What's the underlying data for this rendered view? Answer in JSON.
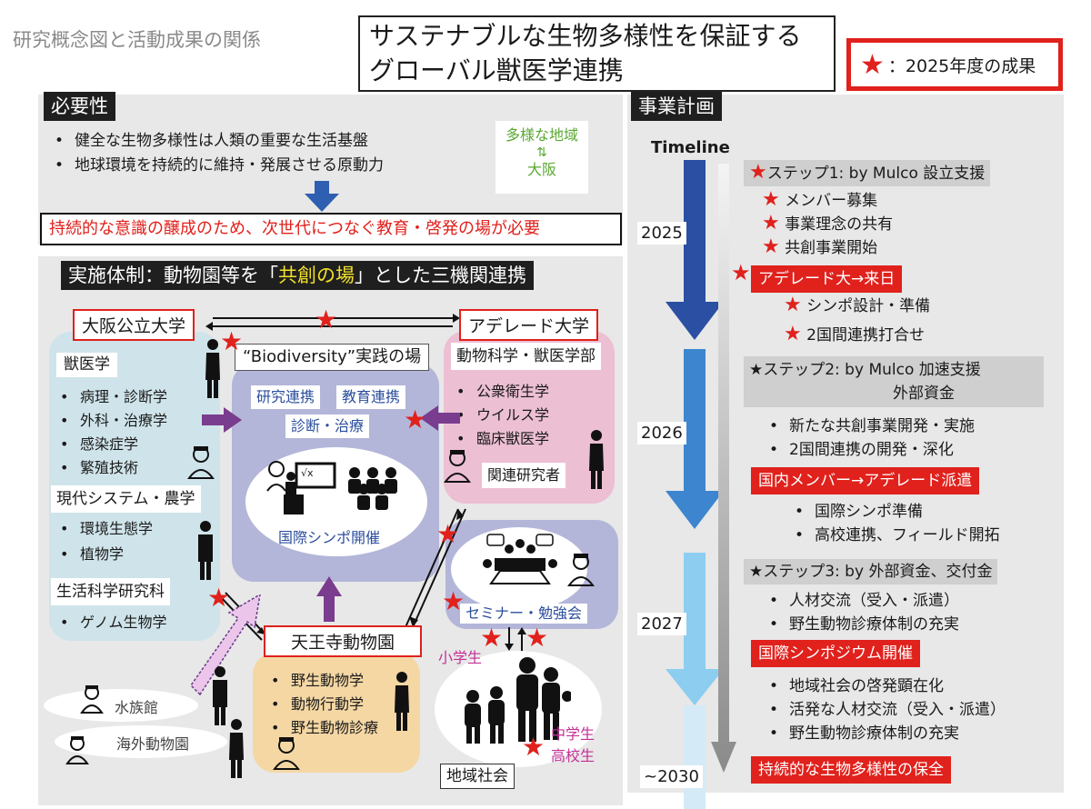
{
  "header": {
    "caption": "研究概念図と活動成果の関係",
    "title_line1": "サステナブルな生物多様性を保証する",
    "title_line2": "グローバル獣医学連携",
    "legend_star": "★",
    "legend_text": "：2025年度の成果"
  },
  "necessity": {
    "tag": "必要性",
    "items": [
      "健全な生物多様性は人類の重要な生活基盤",
      "地球環境を持続的に維持・発展させる原動力"
    ],
    "region_top": "多様な地域",
    "region_arrow": "⇅",
    "region_bottom": "大阪",
    "conclusion": "持続的な意識の醸成のため、次世代につなぐ教育・啓発の場が必要"
  },
  "system": {
    "tag_prefix": "実施体制：動物園等を「",
    "tag_highlight": "共創の場",
    "tag_suffix": "」とした三機関連携",
    "omu": {
      "name": "大阪公立大学",
      "vet": "獣医学",
      "vet_items": [
        "病理・診断学",
        "外科・治療学",
        "感染症学",
        "繁殖技術"
      ],
      "modern": "現代システム・農学",
      "modern_items": [
        "環境生態学",
        "植物学"
      ],
      "life": "生活科学研究科",
      "life_items": [
        "ゲノム生物学"
      ]
    },
    "adelaide": {
      "name": "アデレード大学",
      "dept": "動物科学・獣医学部",
      "items": [
        "公衆衛生学",
        "ウイルス学",
        "臨床獣医学"
      ],
      "researchers": "関連研究者"
    },
    "center": {
      "title": "“Biodiversity”実践の場",
      "tag1": "研究連携",
      "tag2": "教育連携",
      "tag3": "診断・治療",
      "symposium": "国際シンポ開催",
      "board": "√x"
    },
    "seminar": "セミナー・勉強会",
    "zoo": {
      "name": "天王寺動物園",
      "items": [
        "野生動物学",
        "動物行動学",
        "野生動物診療"
      ]
    },
    "aquarium": "水族館",
    "overseas_zoo": "海外動物園",
    "community": {
      "label": "地域社会",
      "elementary": "小学生",
      "middle": "中学生",
      "high": "高校生"
    }
  },
  "plan": {
    "tag": "事業計画",
    "timeline_label": "Timeline",
    "years": [
      "2025",
      "2026",
      "2027",
      "~2030"
    ],
    "step1": "ステップ1: by Mulco 設立支援",
    "step1_items": [
      "メンバー募集",
      "事業理念の共有",
      "共創事業開始"
    ],
    "adelaide_visit": "アデレード大→来日",
    "step1_items2": [
      "シンポ設計・準備",
      "2国間連携打合せ"
    ],
    "step2_line1": "★ステップ2: by Mulco 加速支援",
    "step2_line2": "外部資金",
    "step2_items": [
      "新たな共創事業開発・実施",
      "2国間連携の開発・深化"
    ],
    "dispatch": "国内メンバー→アデレード派遣",
    "step2_items2": [
      "国際シンポ準備",
      "高校連携、フィールド開拓"
    ],
    "step3": "★ステップ3: by 外部資金、交付金",
    "step3_items": [
      "人材交流（受入・派遣）",
      "野生動物診療体制の充実"
    ],
    "symposium": "国際シンポジウム開催",
    "step4_items": [
      "地域社会の啓発顕在化",
      "活発な人材交流（受入・派遣）",
      "野生動物診療体制の充実"
    ],
    "goal": "持続的な生物多様性の保全"
  },
  "colors": {
    "red": "#e0211c",
    "panel": "#e8e8e8",
    "light_blue": "#cfe4ea",
    "lavender": "#b3b6d8",
    "pink": "#ecbfd3",
    "peach": "#f5d7a4",
    "purple_arrow": "#7a3c8e",
    "blue_text": "#2b4e9c",
    "yellow": "#f3e22b",
    "green_text": "#5aa832",
    "magenta_text": "#c42f97"
  }
}
